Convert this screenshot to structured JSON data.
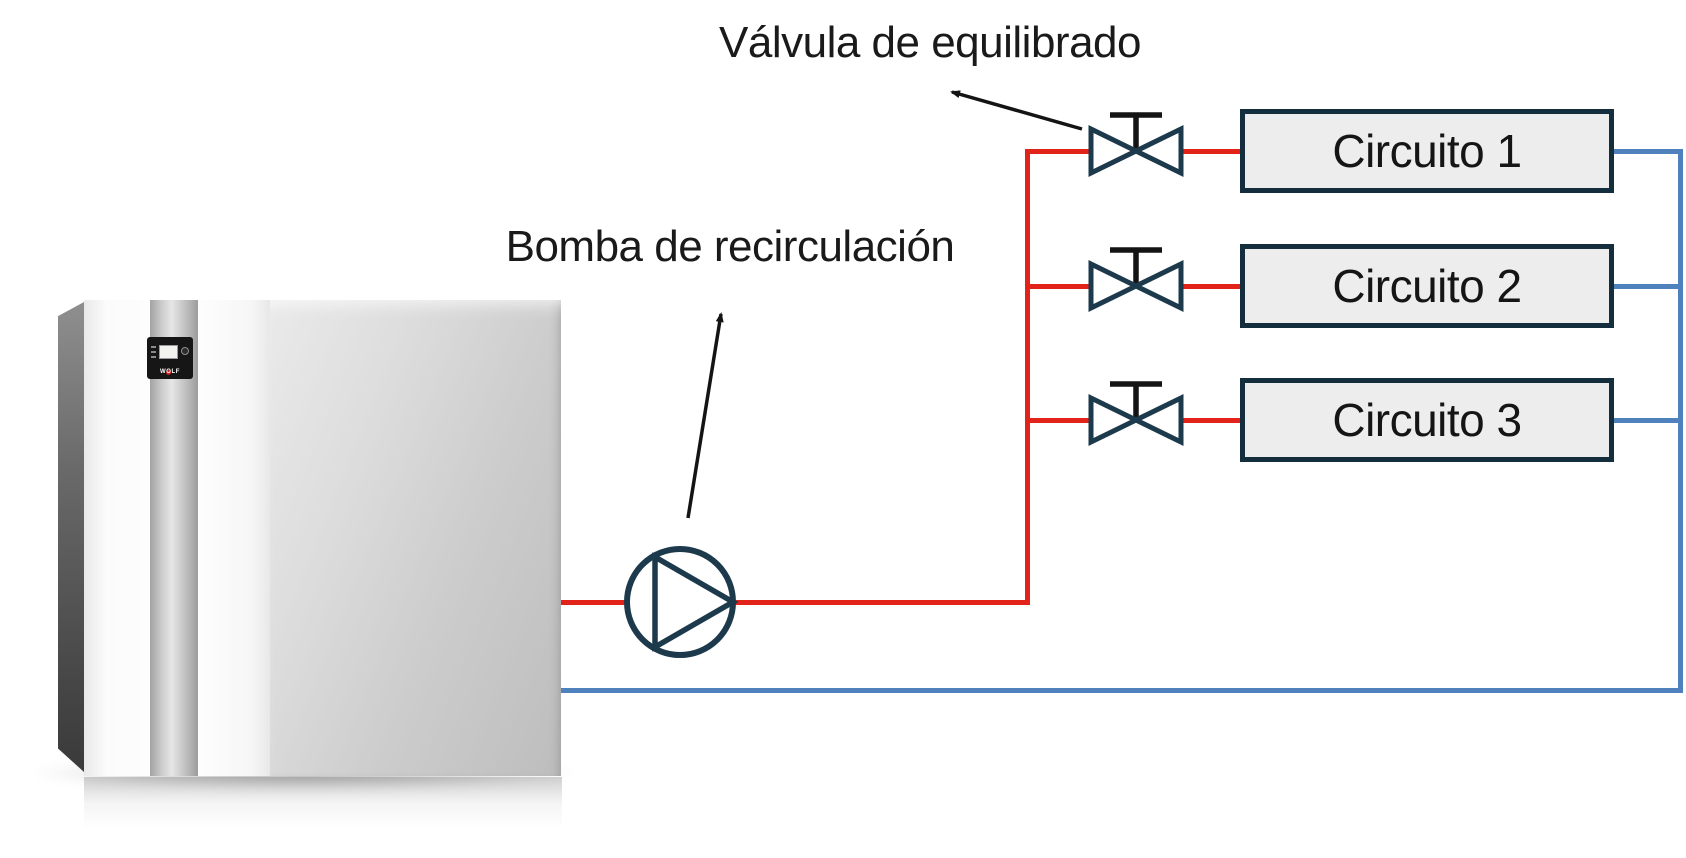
{
  "labels": {
    "balancing_valve": "Válvula de equilibrado",
    "recirculation_pump": "Bomba de recirculación"
  },
  "circuits": [
    {
      "label": "Circuito 1"
    },
    {
      "label": "Circuito 2"
    },
    {
      "label": "Circuito 3"
    }
  ],
  "boiler": {
    "brand": "WOLF"
  },
  "colors": {
    "supply_line": "#e2231a",
    "return_line": "#4f81bd",
    "symbol_stroke": "#1d3a4d",
    "box_border": "#142e3d",
    "box_fill": "#ededed",
    "label_text": "#1a1a1a"
  }
}
